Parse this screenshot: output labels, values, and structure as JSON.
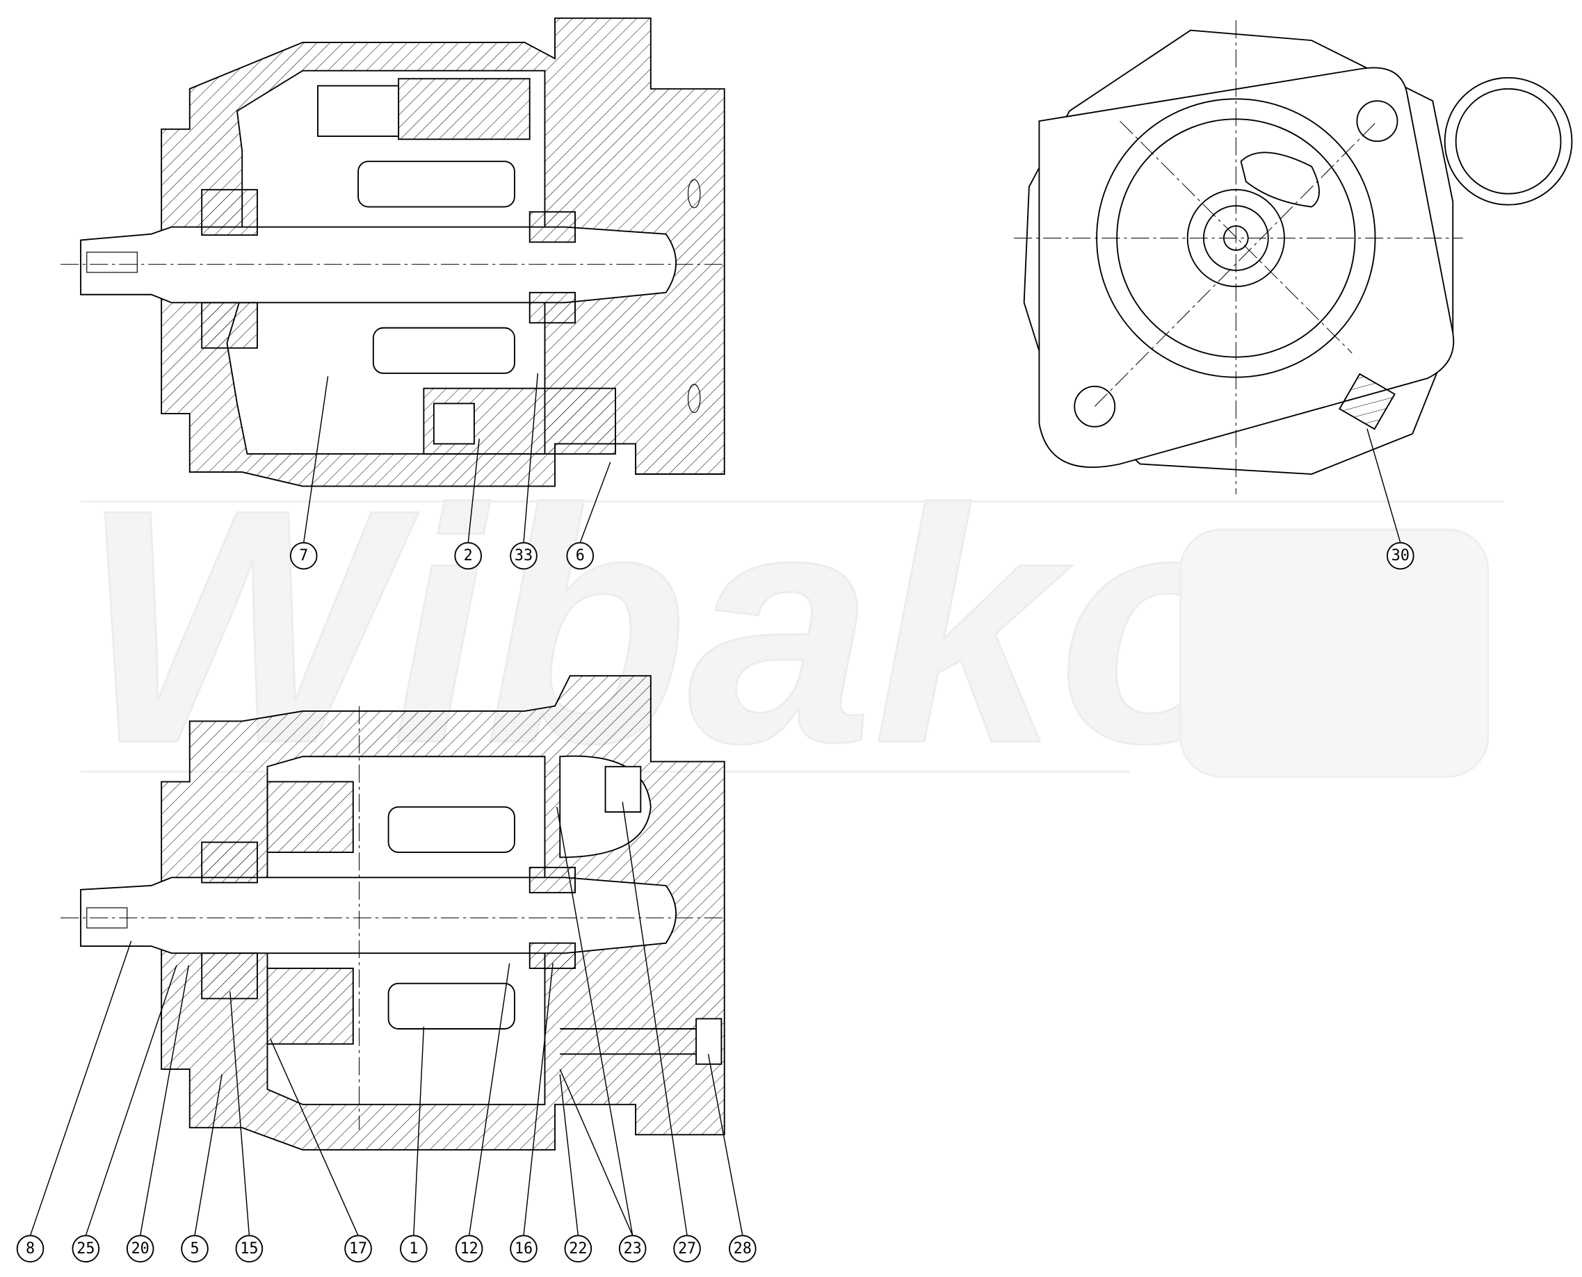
{
  "watermark": "Wibako",
  "callouts": {
    "c7": "7",
    "c2": "2",
    "c33": "33",
    "c6": "6",
    "c30": "30",
    "c8": "8",
    "c25": "25",
    "c20": "20",
    "c5": "5",
    "c15": "15",
    "c17": "17",
    "c1": "1",
    "c12": "12",
    "c16": "16",
    "c22": "22",
    "c23": "23",
    "c27": "27",
    "c28": "28"
  }
}
